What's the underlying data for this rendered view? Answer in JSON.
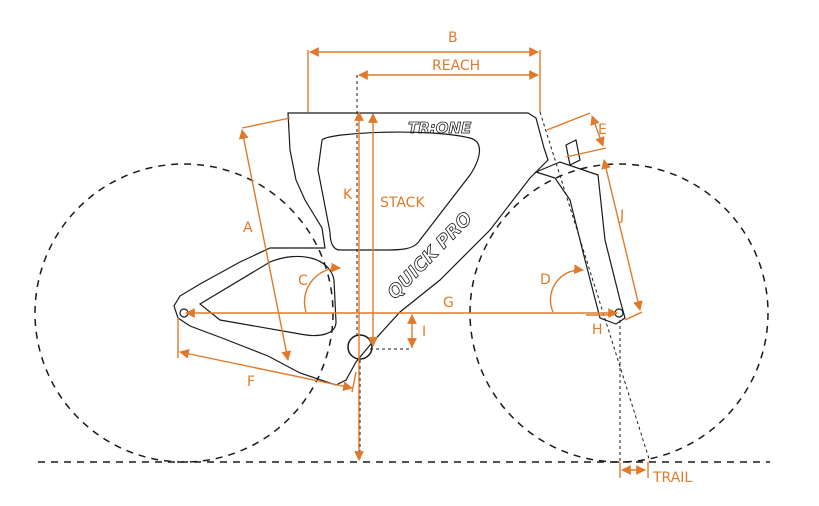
{
  "diagram": {
    "colors": {
      "accent": "#e07a2a",
      "line": "#1a1a1a",
      "background": "#ffffff"
    },
    "labels": {
      "b": "B",
      "reach": "REACH",
      "e": "E",
      "k": "K",
      "stack": "STACK",
      "a": "A",
      "c": "C",
      "d": "D",
      "j": "J",
      "g": "G",
      "i": "I",
      "h": "H",
      "f": "F",
      "trail": "TRAIL"
    },
    "brand": {
      "model": "TR:ONE",
      "downtube": "QUICK PRO"
    }
  }
}
